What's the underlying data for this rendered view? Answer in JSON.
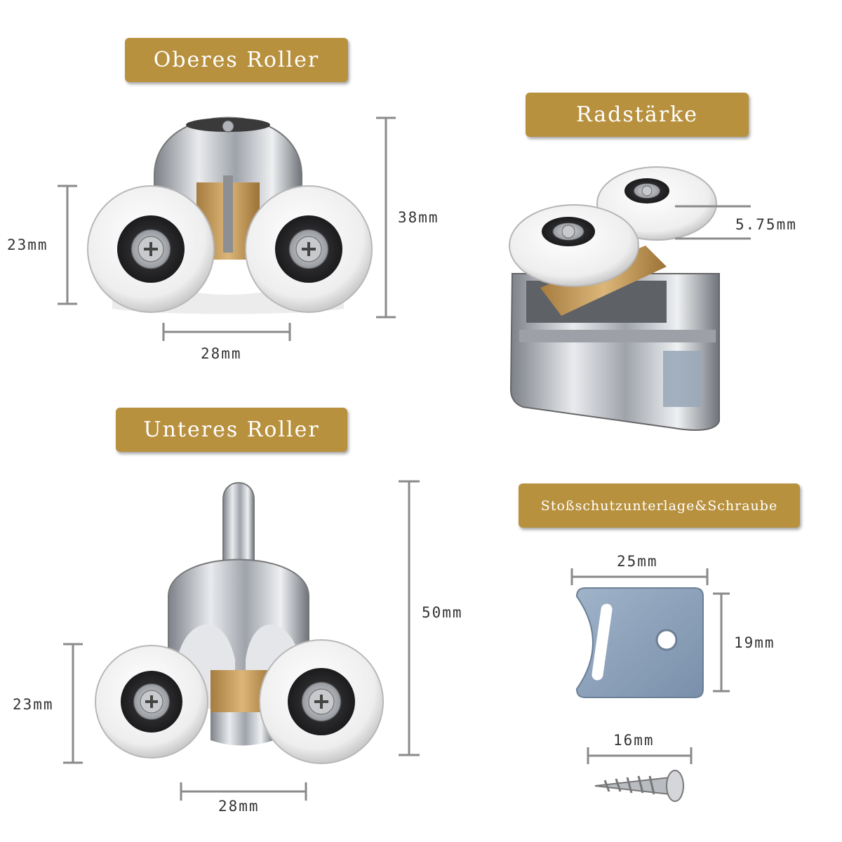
{
  "labels": {
    "top_roller": "Oberes Roller",
    "wheel_thickness": "Radstärke",
    "bottom_roller": "Unteres Roller",
    "pad_screw": "Stoßschutzunterlage&Schraube"
  },
  "dimensions": {
    "top_height_small": "23mm",
    "top_height": "38mm",
    "top_width": "28mm",
    "wheel_thickness": "5.75mm",
    "bottom_height": "50mm",
    "bottom_height_small": "23mm",
    "bottom_width": "28mm",
    "pad_width": "25mm",
    "pad_height": "19mm",
    "screw_length": "16mm"
  },
  "colors": {
    "label_bg": "#b8913f",
    "dim_line": "#8a8a8a",
    "chrome": "#c9ccd1",
    "wheel": "#f4f4f4",
    "brass": "#c8a063",
    "pad": "#8ea4bd"
  }
}
